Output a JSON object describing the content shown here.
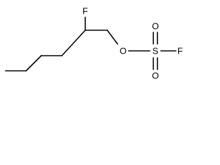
{
  "molecule": {
    "atoms": {
      "fluorine_1": "F",
      "oxygen_ester": "O",
      "sulfur": "S",
      "oxygen_top": "O",
      "oxygen_bottom": "O",
      "fluorine_2": "F"
    }
  }
}
